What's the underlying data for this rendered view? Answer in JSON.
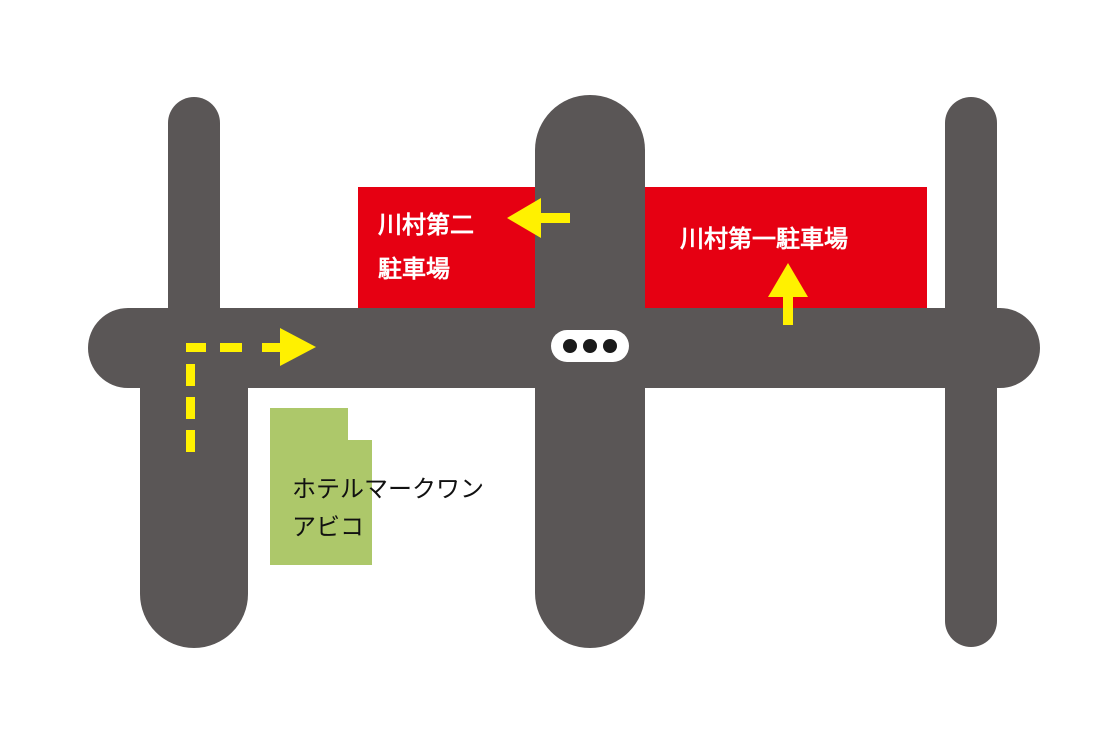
{
  "colors": {
    "road": "#5a5656",
    "parking": "#e60012",
    "hotel": "#adc86a",
    "arrow": "#fff100",
    "background": "#ffffff"
  },
  "parking_lots": [
    {
      "name_line1": "川村第二",
      "name_line2": "駐車場"
    },
    {
      "name": "川村第一駐車場"
    }
  ],
  "hotel": {
    "name_line1": "ホテルマークワン",
    "name_line2": "アビコ"
  },
  "icons": [
    "traffic-signal-icon",
    "arrow-left-icon",
    "arrow-up-icon",
    "dashed-route-arrow-icon"
  ]
}
